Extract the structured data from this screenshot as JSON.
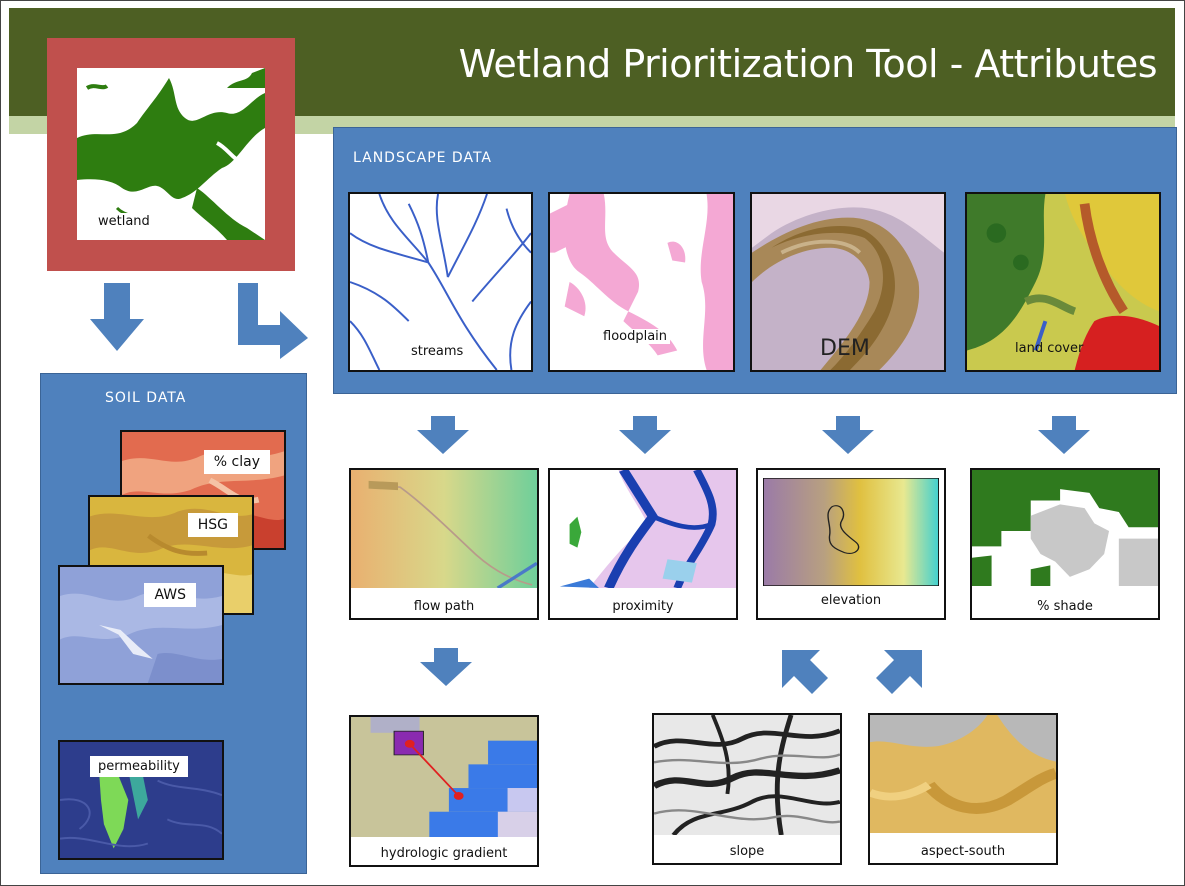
{
  "title": "Wetland Prioritization Tool - Attributes",
  "colors": {
    "header": "#4d5f23",
    "header_stripe": "#c3d4a5",
    "panel": "#4f81bd",
    "arrow": "#4f81bd",
    "wetland_frame": "#c0504d",
    "wetland_green": "#2e7d10"
  },
  "wetland": {
    "label": "wetland"
  },
  "soil": {
    "title": "SOIL DATA",
    "clay": "% clay",
    "hsg": "HSG",
    "aws": "AWS",
    "permeability": "permeability"
  },
  "landscape": {
    "title": "LANDSCAPE DATA",
    "streams": "streams",
    "floodplain": "floodplain",
    "dem": "DEM",
    "land_cover": "land cover"
  },
  "derived": {
    "flow_path": "flow path",
    "proximity": "proximity",
    "elevation": "elevation",
    "shade": "% shade",
    "hydrologic_gradient": "hydrologic gradient",
    "slope": "slope",
    "aspect_south": "aspect-south"
  }
}
